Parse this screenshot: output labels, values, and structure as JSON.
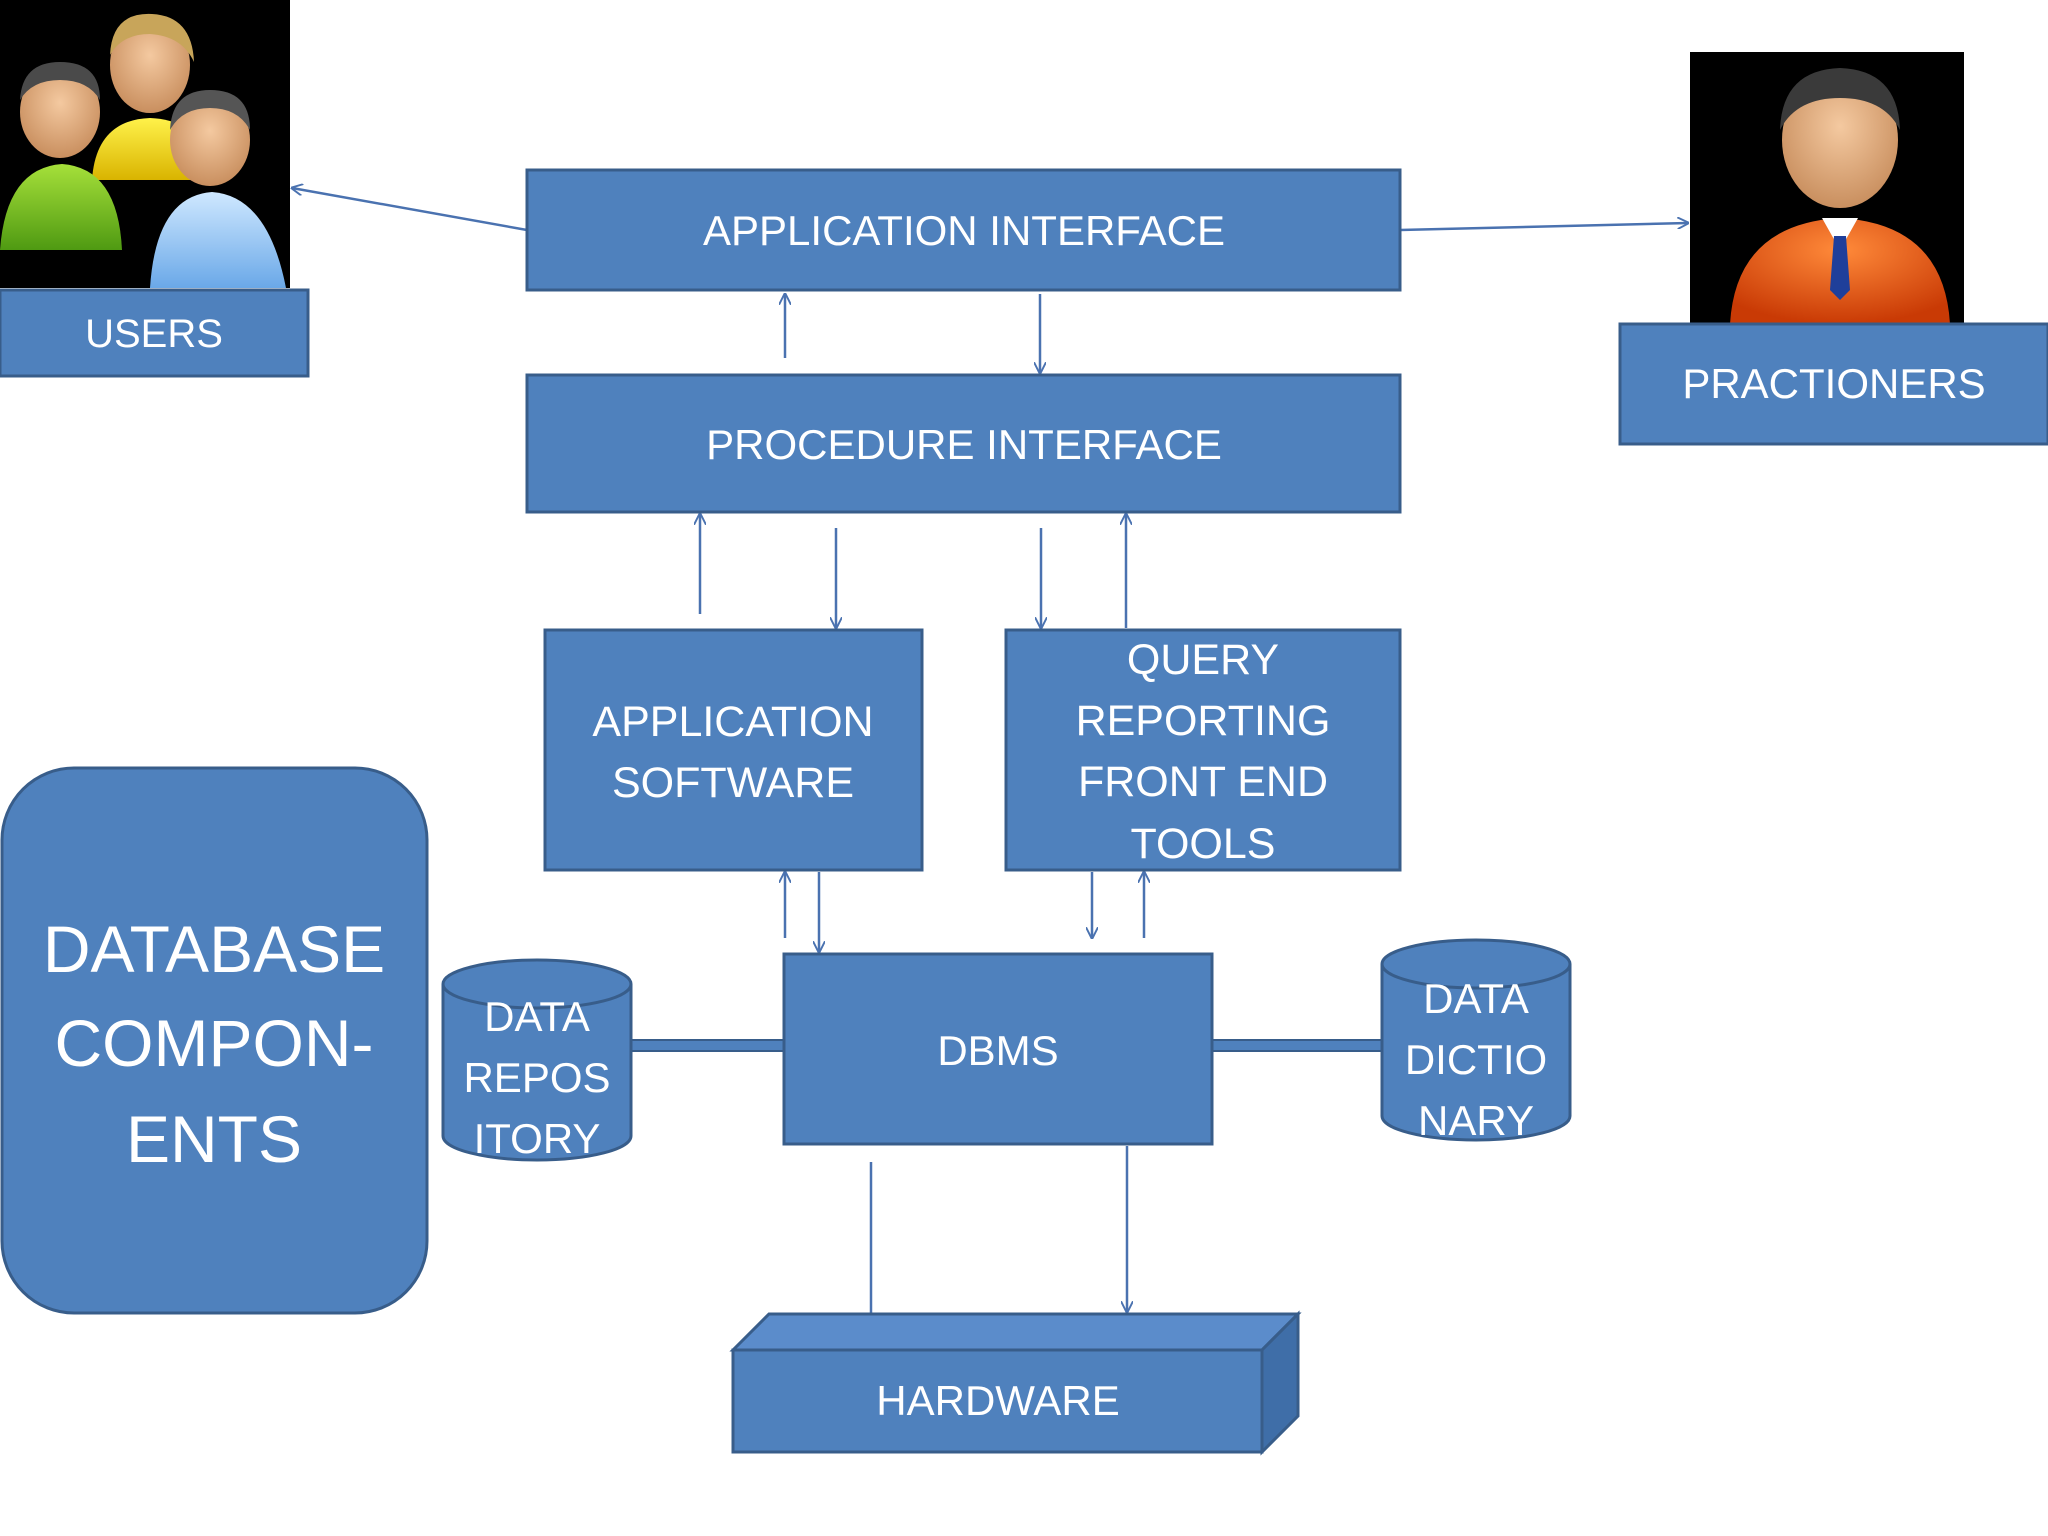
{
  "title": "DATABASE COMPON- ENTS",
  "title_lines": [
    "DATABASE",
    "COMPON-",
    "ENTS"
  ],
  "nodes": {
    "users": "USERS",
    "practioners": "PRACTIONERS",
    "application_interface": "APPLICATION INTERFACE",
    "procedure_interface": "PROCEDURE INTERFACE",
    "application_software": [
      "APPLICATION",
      "SOFTWARE"
    ],
    "query_tools": [
      "QUERY",
      "REPORTING",
      "FRONT END",
      "TOOLS"
    ],
    "dbms": "DBMS",
    "data_repository": [
      "DATA",
      "REPOS",
      "ITORY"
    ],
    "data_dictionary": [
      "DATA",
      "DICTIO",
      "NARY"
    ],
    "hardware": "HARDWARE"
  },
  "icons": {
    "users": "users-group-icon",
    "practioners": "practitioner-person-icon"
  },
  "colors": {
    "box_fill": "#4f81bd",
    "box_border": "#385d8a",
    "arrow": "#4a72b0",
    "text": "#ffffff",
    "icon_background": "#000000"
  }
}
